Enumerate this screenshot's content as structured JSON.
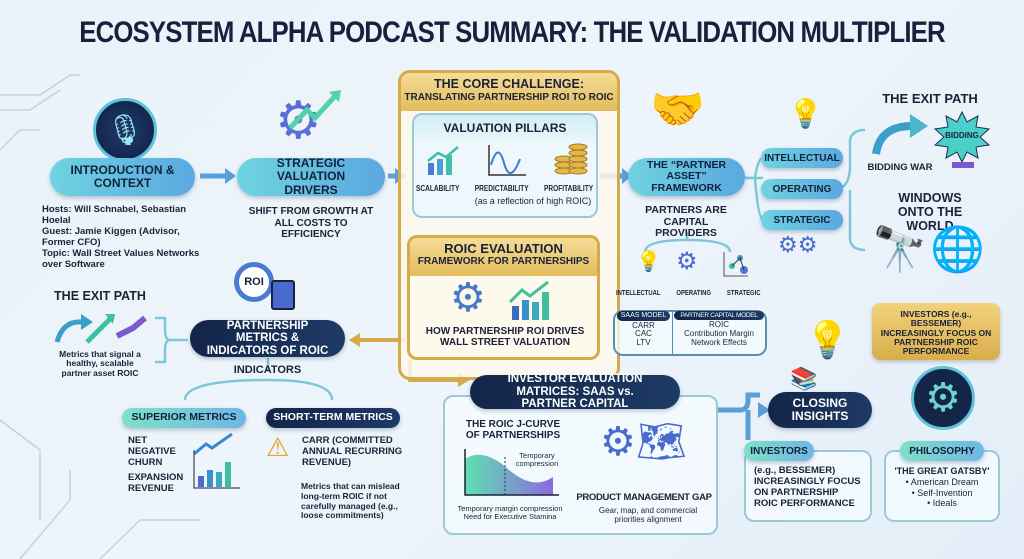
{
  "title": "ECOSYSTEM ALPHA PODCAST SUMMARY: THE VALIDATION MULTIPLIER",
  "intro": {
    "label": "INTRODUCTION & CONTEXT",
    "hosts": "Hosts: Will Schnabel, Sebastian Hoelal",
    "guest": "Guest: Jamie Kiggen (Advisor, Former CFO)",
    "topic": "Topic:  Wall Street Values Networks over Software"
  },
  "strategic": {
    "label": "STRATEGIC VALUATION DRIVERS",
    "desc": "SHIFT FROM GROWTH AT ALL COSTS TO EFFICIENCY"
  },
  "core": {
    "title": "THE CORE CHALLENGE:",
    "subtitle": "TRANSLATING PARTNERSHIP ROI TO ROIC",
    "pillars": {
      "title": "VALUATION PILLARS",
      "items": [
        "SCALABILITY",
        "PREDICTABILITY",
        "PROFITABILITY"
      ],
      "note": "(as a reflection of high ROIC)"
    },
    "roic": {
      "title": "ROIC EVALUATION",
      "subtitle": "FRAMEWORK FOR PARTNERSHIPS",
      "desc": "HOW PARTNERSHIP ROI DRIVES WALL STREET VALUATION"
    }
  },
  "partner": {
    "label": "THE “PARTNER ASSET” FRAMEWORK",
    "desc": "PARTNERS ARE CAPITAL PROVIDERS",
    "icons": [
      "INTELLECTUAL",
      "OPERATING",
      "STRATEGIC"
    ],
    "branches": [
      "INTELLECTUAL",
      "OPERATING",
      "STRATEGIC"
    ]
  },
  "exit_right": {
    "title": "THE EXIT PATH",
    "burst": "BIDDING",
    "caption": "BIDDING WAR"
  },
  "windows": {
    "title": "WINDOWS ONTO THE WORLD"
  },
  "models": {
    "saas": {
      "header": "SAAS MODEL",
      "items": [
        "CARR",
        "CAC",
        "LTV"
      ]
    },
    "partner_capital": {
      "header": "PARTNER CAPITAL MODEL",
      "items": [
        "ROIC",
        "Contribution Margin",
        "Network Effects"
      ]
    }
  },
  "callout": "INVESTORS (e.g., BESSEMER) INCREASINGLY FOCUS ON PARTNERSHIP ROIC PERFORMANCE",
  "metrics": {
    "roi_badge": "ROI",
    "label": "PARTNERSHIP METRICS & INDICATORS OF ROIC",
    "indicators": "INDICATORS",
    "superior": {
      "label": "SUPERIOR METRICS",
      "items": [
        "NET NEGATIVE CHURN",
        "EXPANSION REVENUE"
      ]
    },
    "short_term": {
      "label": "SHORT-TERM METRICS",
      "item": "CARR (COMMITTED ANNUAL RECURRING REVENUE)",
      "note": "Metrics that can mislead long-term ROIC if not carefully managed (e.g., loose commitments)"
    }
  },
  "exit_left": {
    "title": "THE EXIT PATH",
    "desc": "Metrics that signal a healthy, scalable partner asset ROIC"
  },
  "matrices": {
    "label": "INVESTOR EVALUATION MATRICES: SAAS vs. PARTNER CAPITAL",
    "jcurve_title": "THE ROIC J-CURVE OF PARTNERSHIPS",
    "jcurve_annot": "Temporary compression",
    "jcurve_caption": "Temporary margin compression Need for Executive Stamina",
    "pm_title": "PRODUCT MANAGEMENT GAP",
    "pm_desc": "Gear, map, and commercial priorities alignment"
  },
  "closing": {
    "label": "CLOSING INSIGHTS",
    "investors": {
      "tag": "INVESTORS",
      "text": "(e.g., BESSEMER) INCREASINGLY FOCUS ON PARTNERSHIP ROIC PERFORMANCE"
    },
    "philosophy": {
      "tag": "PHILOSOPHY",
      "book": "'THE GREAT GATSBY'",
      "items": [
        "• American Dream",
        "• Self-Invention",
        "• Ideals"
      ]
    }
  },
  "colors": {
    "navy": "#132548",
    "gold": "#d4aa4a",
    "teal": "#6fd3e0"
  }
}
